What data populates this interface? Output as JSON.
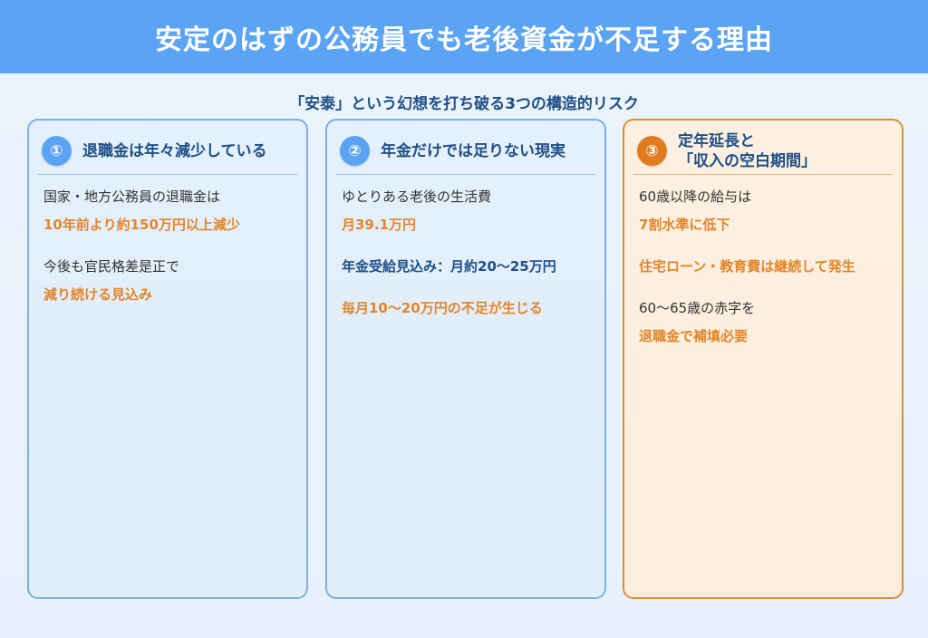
{
  "header": {
    "title": "安定のはずの公務員でも老後資金が不足する理由",
    "background_color": "#5ba4f3"
  },
  "subtitle": "「安泰」という幻想を打ち破る3つの構造的リスク",
  "colors": {
    "title_blue": "#1f4f86",
    "accent_orange": "#e3852b",
    "badge_blue": "#5ba4f3",
    "badge_orange": "#e07c1f",
    "card_border_blue": "#7fb0e2",
    "card_border_orange": "#e08c35"
  },
  "cards": [
    {
      "badge": "①",
      "title": "退職金は年々減少している",
      "lines": [
        {
          "text": "国家・地方公務員の退職金は",
          "style": "normal"
        },
        {
          "text": "10年前より約150万円以上減少",
          "style": "orange"
        },
        {
          "text": "今後も官民格差是正で",
          "style": "normal"
        },
        {
          "text": "減り続ける見込み",
          "style": "orange"
        }
      ]
    },
    {
      "badge": "②",
      "title": "年金だけでは足りない現実",
      "lines": [
        {
          "text": "ゆとりある老後の生活費",
          "style": "normal"
        },
        {
          "text": "月39.1万円",
          "style": "orange"
        },
        {
          "text": "年金受給見込み：月約20〜25万円",
          "style": "blue"
        },
        {
          "text": "毎月10〜20万円の不足が生じる",
          "style": "orange"
        }
      ]
    },
    {
      "badge": "③",
      "title_line1": "定年延長と",
      "title_line2": "「収入の空白期間」",
      "lines": [
        {
          "text": "60歳以降の給与は",
          "style": "normal"
        },
        {
          "text": "7割水準に低下",
          "style": "orange"
        },
        {
          "text": "住宅ローン・教育費は継続して発生",
          "style": "orange"
        },
        {
          "text": "60〜65歳の赤字を",
          "style": "normal"
        },
        {
          "text": "退職金で補填必要",
          "style": "orange"
        }
      ]
    }
  ]
}
